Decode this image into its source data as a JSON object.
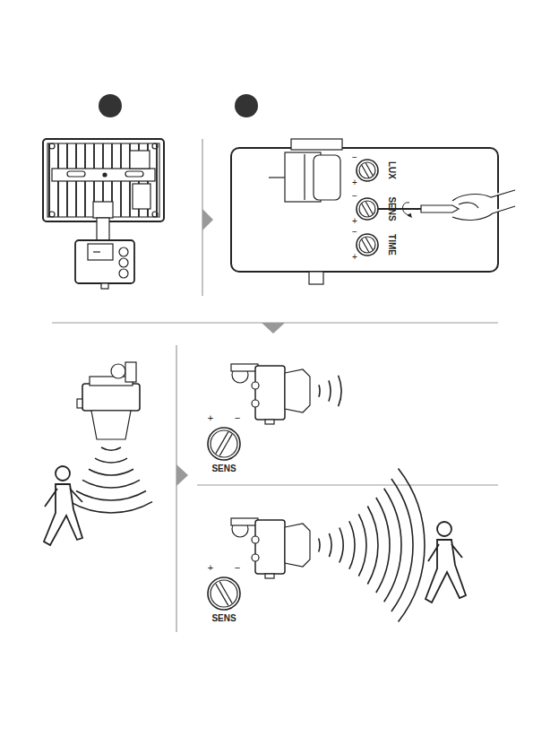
{
  "diagram": {
    "labels": [
      "−",
      "+",
      "LUX",
      "−",
      "+",
      "SENS",
      "−",
      "+",
      "TIME",
      "+",
      "−",
      "SENS",
      "+",
      "−",
      "SENS"
    ]
  }
}
